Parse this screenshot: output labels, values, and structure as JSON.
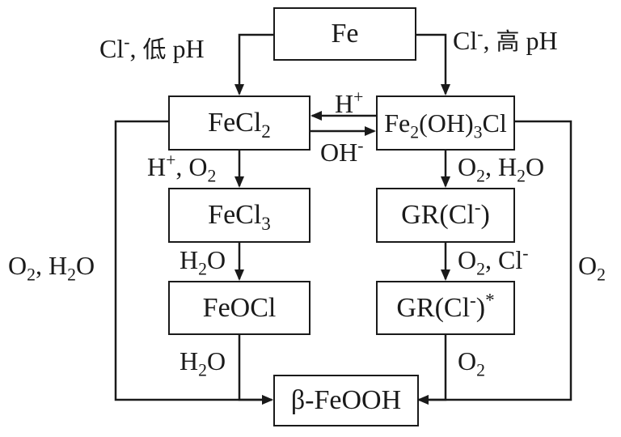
{
  "nodes": {
    "fe": "Fe",
    "fecl2": {
      "base": "FeCl",
      "sub": "2"
    },
    "fe2oh3cl": {
      "a": "Fe",
      "sub1": "2",
      "b": "(OH)",
      "sub2": "3",
      "c": "Cl"
    },
    "fecl3": {
      "base": "FeCl",
      "sub": "3"
    },
    "gr_cl": {
      "text": "GR(Cl",
      "sup": "-",
      "close": ")"
    },
    "feocl": "FeOCl",
    "gr_cl_star": {
      "text": "GR(Cl",
      "sup": "-",
      "close": ")",
      "star": "*"
    },
    "beta_feooh": "β-FeOOH"
  },
  "labels": {
    "fe_to_fecl2": {
      "ion": "Cl",
      "sup": "-",
      "rest": ", ",
      "cjk": "低",
      "tail": " pH"
    },
    "fe_to_fe2oh3cl": {
      "ion": "Cl",
      "sup": "-",
      "rest": ", ",
      "cjk": "高",
      "tail": " pH"
    },
    "h_plus": {
      "base": "H",
      "sup": "+"
    },
    "oh_minus": {
      "base": "OH",
      "sup": "-"
    },
    "fecl2_to_fecl3": {
      "a": "H",
      "sup": "+",
      "b": ", O",
      "sub": "2"
    },
    "fe2oh3cl_to_gr": {
      "a": "O",
      "sub1": "2",
      "b": ", H",
      "sub2": "2",
      "c": "O"
    },
    "fecl3_to_feocl": {
      "a": "H",
      "sub": "2",
      "b": "O"
    },
    "gr_to_grstar": {
      "a": "O",
      "sub": "2",
      "b": ", Cl",
      "sup": "-"
    },
    "feocl_to_feooh": {
      "a": "H",
      "sub": "2",
      "b": "O"
    },
    "grstar_to_feooh": {
      "a": "O",
      "sub": "2"
    },
    "left_outer": {
      "a": "O",
      "sub1": "2",
      "b": ", H",
      "sub2": "2",
      "c": "O"
    },
    "right_outer": {
      "a": "O",
      "sub": "2"
    }
  },
  "colors": {
    "ink": "#1a1a1a",
    "background": "#ffffff"
  }
}
